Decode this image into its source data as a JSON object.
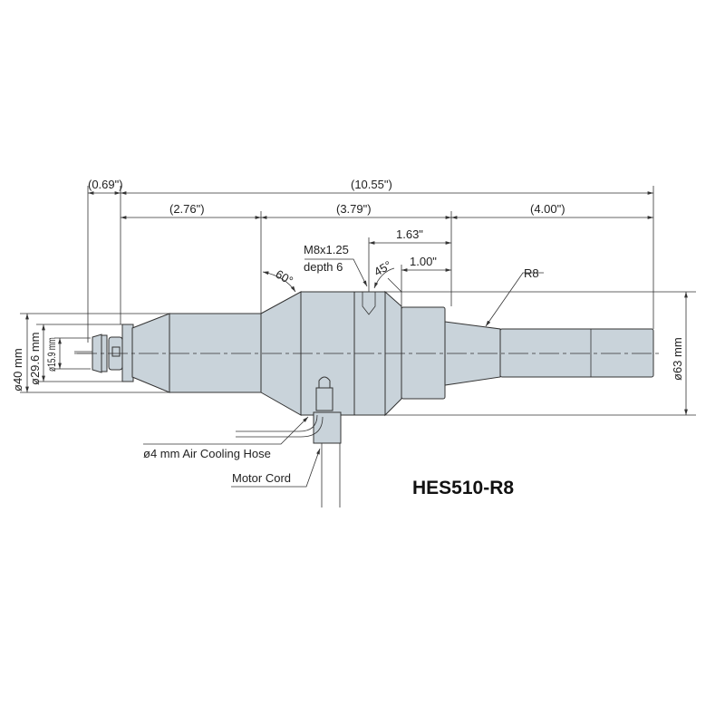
{
  "dimensions": {
    "total": "(10.55\")",
    "tool": "(0.69\")",
    "front": "(2.76\")",
    "middle": "(3.79\")",
    "shank": "(4.00\")",
    "hole_offset": "1.63\"",
    "chamfer_offset": "1.00\"",
    "angle_front": "60°",
    "angle_chamfer": "45°",
    "dia_body": "ø63 mm",
    "dia_nose": "ø40 mm",
    "dia_collet": "ø29.6 mm",
    "dia_tool": "ø15.9 mm"
  },
  "annotations": {
    "thread_line1": "M8x1.25",
    "thread_line2": "depth 6",
    "taper": "R8",
    "hose": "ø4 mm Air Cooling Hose",
    "cord": "Motor Cord"
  },
  "model": "HES510-R8"
}
